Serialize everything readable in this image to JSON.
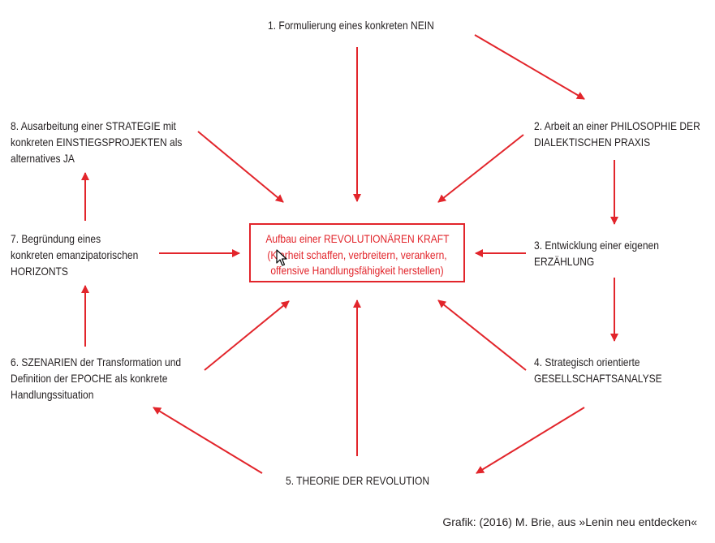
{
  "center": {
    "title": "Aufbau einer REVOLUTIONÄREN KRAFT",
    "line2": "(Klarheit schaffen, verbreitern, verankern,",
    "line3": "offensive Handlungsfähigkeit herstellen)"
  },
  "nodes": {
    "n1": [
      "1. Formulierung eines konkreten NEIN"
    ],
    "n2": [
      "2. Arbeit an einer PHILOSOPHIE DER",
      "DIALEKTISCHEN PRAXIS"
    ],
    "n3": [
      "3. Entwicklung einer eigenen",
      "ERZÄHLUNG"
    ],
    "n4": [
      "4. Strategisch orientierte",
      "GESELLSCHAFTSANALYSE"
    ],
    "n5": [
      "5. THEORIE DER REVOLUTION"
    ],
    "n6": [
      "6. SZENARIEN der Transformation und",
      "Definition der EPOCHE als konkrete",
      "Handlungssituation"
    ],
    "n7": [
      "7. Begründung eines",
      "konkreten emanzipatorischen",
      "HORIZONTS"
    ],
    "n8": [
      "8. Ausarbeitung einer STRATEGIE mit",
      "konkreten EINSTIEGSPROJEKTEN als",
      "alternatives JA"
    ]
  },
  "credit": "Grafik: (2016) M. Brie, aus »Lenin neu entdecken«",
  "colors": {
    "accent": "#e2252b",
    "text": "#231f20"
  }
}
